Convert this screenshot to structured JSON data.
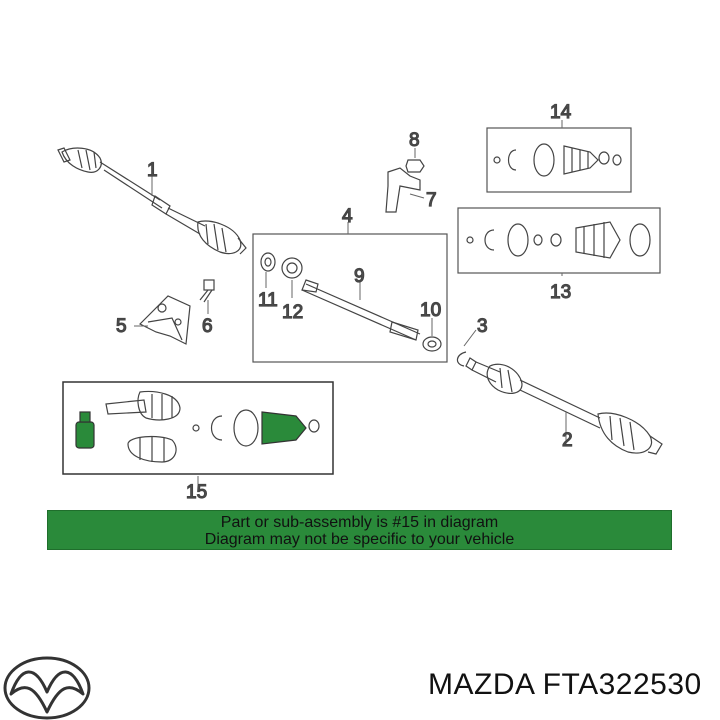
{
  "callouts": {
    "c1": "1",
    "c2": "2",
    "c3": "3",
    "c4": "4",
    "c5": "5",
    "c6": "6",
    "c7": "7",
    "c8": "8",
    "c9": "9",
    "c10": "10",
    "c11": "11",
    "c12": "12",
    "c13": "13",
    "c14": "14",
    "c15": "15"
  },
  "banner": {
    "line1": "Part or sub-assembly is #15 in diagram",
    "line2": "Diagram may not be specific to your vehicle",
    "color": "#2a8a3a"
  },
  "footer": {
    "part_label": "MAZDA FTA322530",
    "logo_icon": "mazda-logo-icon"
  }
}
